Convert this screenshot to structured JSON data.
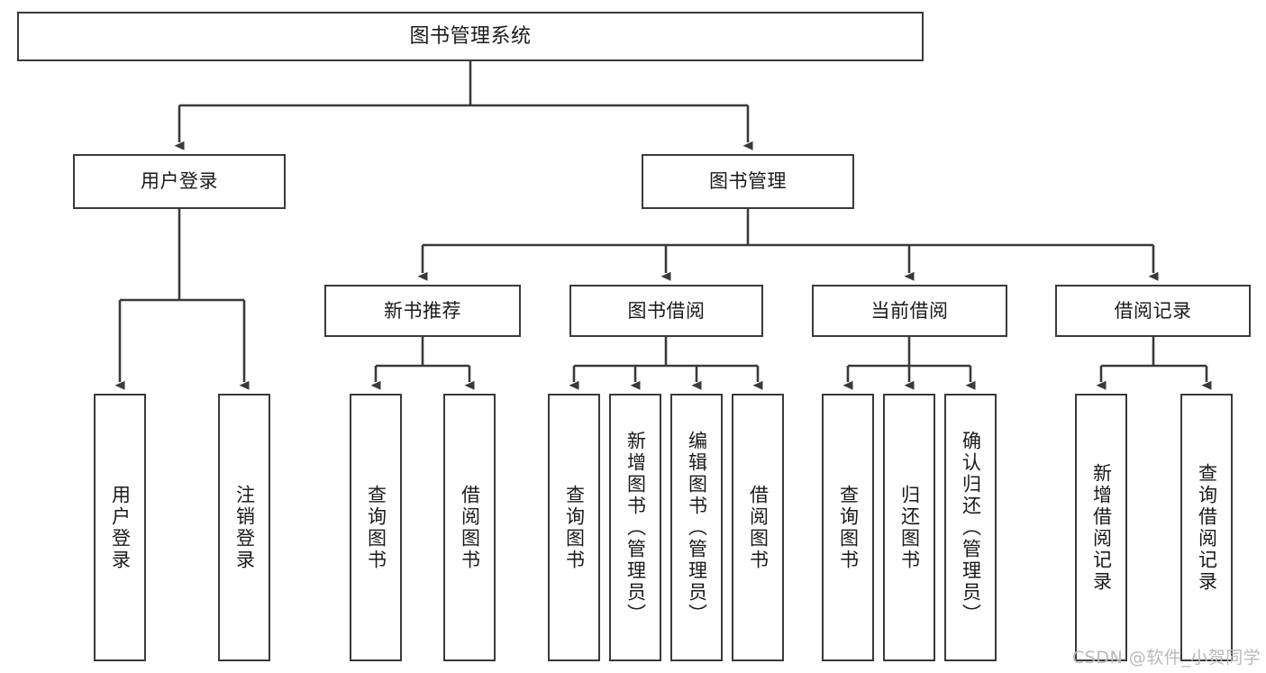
{
  "diagram": {
    "title": "图书管理系统",
    "type": "tree-hierarchy-chart",
    "colors": {
      "background": "#ffffff",
      "box_border": "#3a3a3a",
      "box_fill": "#ffffff",
      "line": "#3a3a3a",
      "text": "#1a1a1a",
      "watermark": "#b9b9b9"
    },
    "root": {
      "label": "图书管理系统"
    },
    "level2": [
      {
        "label": "用户登录"
      },
      {
        "label": "图书管理"
      }
    ],
    "level3": [
      {
        "label": "新书推荐"
      },
      {
        "label": "图书借阅"
      },
      {
        "label": "当前借阅"
      },
      {
        "label": "借阅记录"
      }
    ],
    "leaves": {
      "user_login": [
        {
          "label": "用户登录"
        },
        {
          "label": "注销登录"
        }
      ],
      "new_book_recommend": [
        {
          "label": "查询图书"
        },
        {
          "label": "借阅图书"
        }
      ],
      "book_borrow": [
        {
          "label": "查询图书"
        },
        {
          "label": "新增图书（管理员）"
        },
        {
          "label": "编辑图书（管理员）"
        },
        {
          "label": "借阅图书"
        }
      ],
      "current_borrow": [
        {
          "label": "查询图书"
        },
        {
          "label": "归还图书"
        },
        {
          "label": "确认归还（管理员）"
        }
      ],
      "borrow_record": [
        {
          "label": "新增借阅记录"
        },
        {
          "label": "查询借阅记录"
        }
      ]
    }
  },
  "watermark": {
    "text": "CSDN @软件_小贺同学"
  }
}
